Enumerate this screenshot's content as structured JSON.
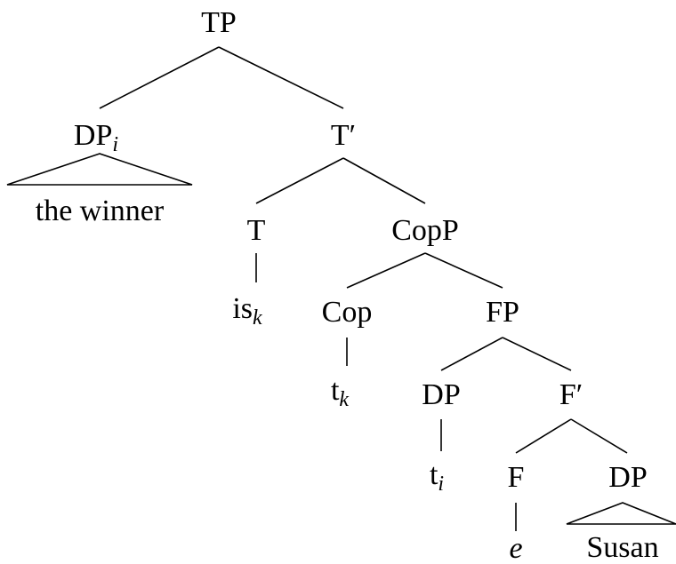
{
  "tree": {
    "nodes": {
      "tp": "TP",
      "dp_subject": "DP",
      "dp_subject_index": "i",
      "t_bar": "T′",
      "the_winner": "the winner",
      "t_head": "T",
      "copp": "CopP",
      "is": "is",
      "is_index": "k",
      "cop": "Cop",
      "fp": "FP",
      "trace_k": "t",
      "trace_k_index": "k",
      "dp_spec": "DP",
      "f_bar": "F′",
      "trace_i": "t",
      "trace_i_index": "i",
      "f_head": "F",
      "dp_obj": "DP",
      "empty": "e",
      "susan": "Susan"
    }
  }
}
